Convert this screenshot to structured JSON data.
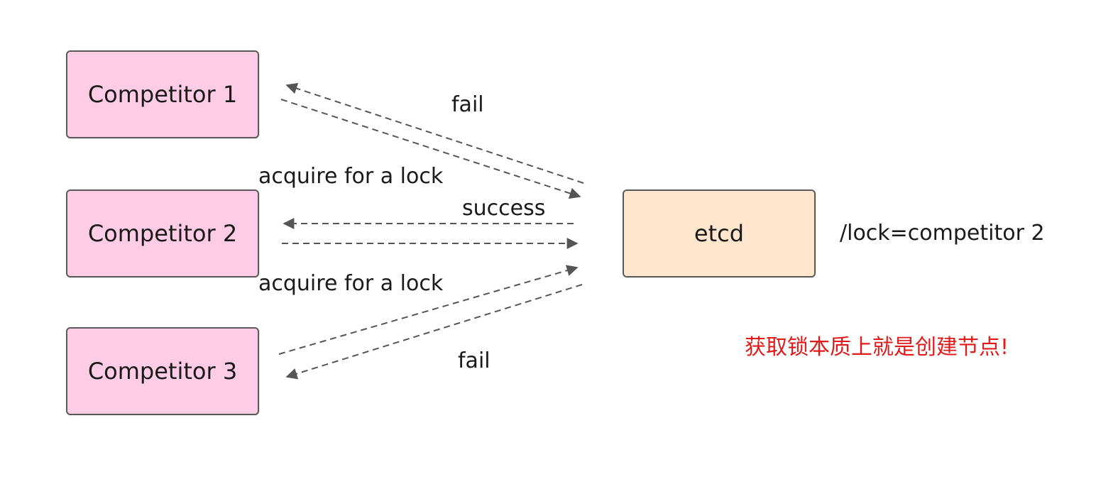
{
  "nodes": {
    "competitor_1": "Competitor 1",
    "competitor_2": "Competitor 2",
    "competitor_3": "Competitor 3",
    "etcd": "etcd"
  },
  "edges": {
    "fail_top": "fail",
    "acquire_top": "acquire for a lock",
    "success": "success",
    "acquire_bottom": "acquire for a lock",
    "fail_bottom": "fail"
  },
  "key_value": "/lock=competitor 2",
  "note": "获取锁本质上就是创建节点!",
  "colors": {
    "competitor_fill": "#ffcce6",
    "etcd_fill": "#ffe6cc",
    "border": "#5a5a5a",
    "arrow": "#555555",
    "note": "#e11a1a"
  }
}
